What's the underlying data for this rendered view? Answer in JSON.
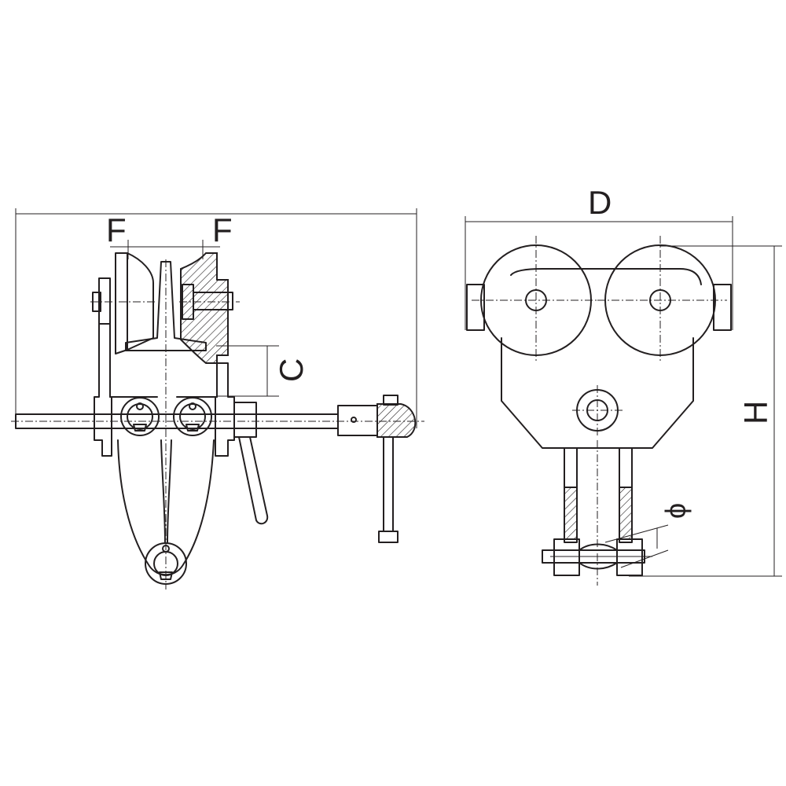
{
  "labels": {
    "f_left": "F",
    "f_right": "F",
    "c": "C",
    "d": "D",
    "h": "H",
    "phi": "ϕ"
  },
  "colors": {
    "line": "#231f20",
    "background": "#ffffff"
  }
}
